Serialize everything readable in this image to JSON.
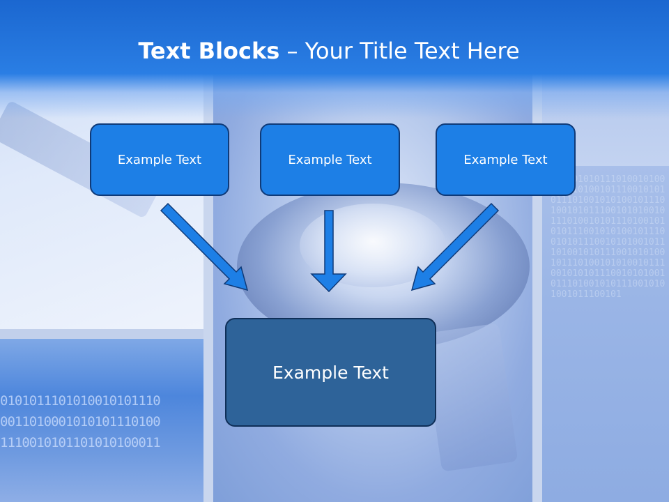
{
  "slide": {
    "title_bold": "Text Blocks",
    "title_dash": " – ",
    "title_rest": "Your Title Text Here"
  },
  "blocks": {
    "top_left": "Example Text",
    "top_middle": "Example Text",
    "top_right": "Example Text",
    "bottom": "Example Text"
  },
  "background_binary": {
    "row1": "0101011101010010101110",
    "row2": "0011010001010101110100",
    "row3": "1110010101101010100011",
    "column": "1010010101110100101001110101001011100101010111010010101001011101001010111001010100101110100101011101001010101110010101001011100101011100101010010111010010101110010101001011101001010100101110010101011100101010010111010010101110010101001011100101"
  },
  "colors": {
    "header": "#2a7ee4",
    "block_fill": "#1d7fe6",
    "block_border": "#0f3a78",
    "bottom_block_fill": "#2e6399",
    "arrow_fill": "#1d7fe6"
  },
  "icons": {
    "arrow_shape": "down-arrow"
  }
}
